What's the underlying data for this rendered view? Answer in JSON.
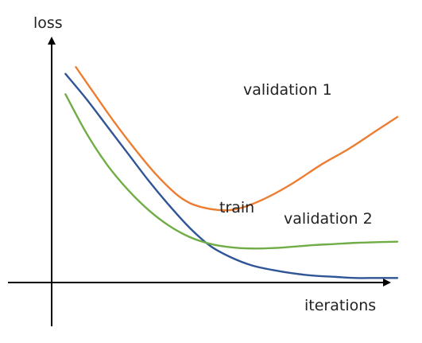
{
  "chart_data": {
    "type": "line",
    "ylabel": "loss",
    "xlabel": "iterations",
    "grid": false,
    "legend": "none",
    "xlim": [
      0,
      100
    ],
    "ylim": [
      0,
      100
    ],
    "series": [
      {
        "name": "validation 1",
        "color": "#ED7D31",
        "x": [
          7,
          12,
          18,
          24,
          30,
          36,
          40,
          44,
          48,
          52,
          57,
          63,
          70,
          78,
          86,
          94,
          100
        ],
        "y": [
          95,
          84,
          71,
          59,
          48,
          39,
          35,
          33,
          32,
          32,
          34,
          38,
          44,
          52,
          59,
          67,
          73
        ]
      },
      {
        "name": "train",
        "color": "#2F5597",
        "x": [
          4,
          10,
          16,
          22,
          28,
          34,
          40,
          46,
          52,
          58,
          64,
          70,
          76,
          82,
          88,
          94,
          100
        ],
        "y": [
          92,
          81,
          69,
          57,
          45,
          34,
          24,
          16,
          11,
          7.5,
          5.5,
          4,
          3,
          2.5,
          2,
          2,
          2
        ]
      },
      {
        "name": "validation 2",
        "color": "#70AD47",
        "x": [
          4,
          10,
          16,
          22,
          28,
          34,
          40,
          46,
          52,
          58,
          64,
          70,
          76,
          82,
          88,
          94,
          100
        ],
        "y": [
          83,
          66,
          52,
          41,
          32,
          25,
          20,
          17,
          15.5,
          15,
          15.2,
          15.8,
          16.5,
          17,
          17.5,
          17.8,
          18
        ]
      }
    ],
    "annotations": [
      {
        "text": "validation 1",
        "series": "validation 1"
      },
      {
        "text": "train",
        "series": "train"
      },
      {
        "text": "validation 2",
        "series": "validation 2"
      }
    ]
  }
}
